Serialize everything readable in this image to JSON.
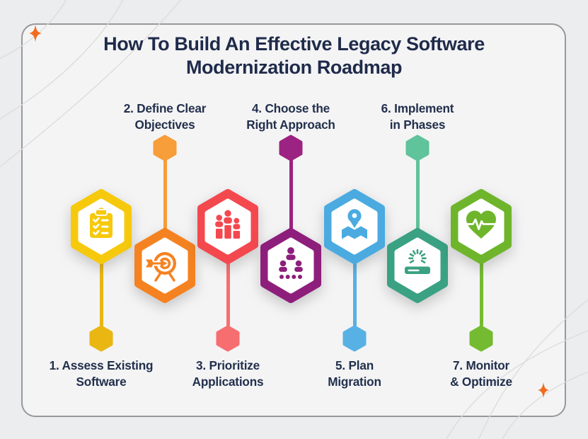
{
  "title": {
    "line1": "How To Build An Effective Legacy Software",
    "line2": "Modernization Roadmap"
  },
  "steps": [
    {
      "number": "1",
      "label1": "1. Assess Existing",
      "label2": "Software",
      "label_position": "bottom",
      "icon": "clipboard-checklist-icon",
      "colors": {
        "main": "#F6C90D",
        "accent": "#E9B612"
      }
    },
    {
      "number": "2",
      "label1": "2. Define Clear",
      "label2": "Objectives",
      "label_position": "top",
      "icon": "target-dart-icon",
      "colors": {
        "main": "#F58220",
        "accent": "#F79D39"
      }
    },
    {
      "number": "3",
      "label1": "3. Prioritize",
      "label2": "Applications",
      "label_position": "bottom",
      "icon": "people-bars-icon",
      "colors": {
        "main": "#F4484F",
        "accent": "#F76E70"
      }
    },
    {
      "number": "4",
      "label1": "4. Choose the",
      "label2": "Right Approach",
      "label_position": "top",
      "icon": "hierarchy-icon",
      "colors": {
        "main": "#8E1E7B",
        "accent": "#9C2381"
      }
    },
    {
      "number": "5",
      "label1": "5. Plan",
      "label2": "Migration",
      "label_position": "bottom",
      "icon": "map-pin-icon",
      "colors": {
        "main": "#4BABE1",
        "accent": "#58B1E4"
      }
    },
    {
      "number": "6",
      "label1": "6. Implement",
      "label2": "in Phases",
      "label_position": "top",
      "icon": "progress-bar-icon",
      "colors": {
        "main": "#3AA182",
        "accent": "#5FC39B"
      }
    },
    {
      "number": "7",
      "label1": "7. Monitor",
      "label2": "& Optimize",
      "label_position": "bottom",
      "icon": "heart-pulse-icon",
      "colors": {
        "main": "#6EB52B",
        "accent": "#74BB31"
      }
    }
  ],
  "decorations": {
    "sparkle_color": "#F26B1D",
    "curve_line_color": "#DBDBDC"
  },
  "colors": {
    "page_background": "#ECEDEE",
    "card_background": "#F4F4F5",
    "card_border": "#98989A",
    "title_text": "#1F2B4A",
    "label_text": "#22304C"
  }
}
